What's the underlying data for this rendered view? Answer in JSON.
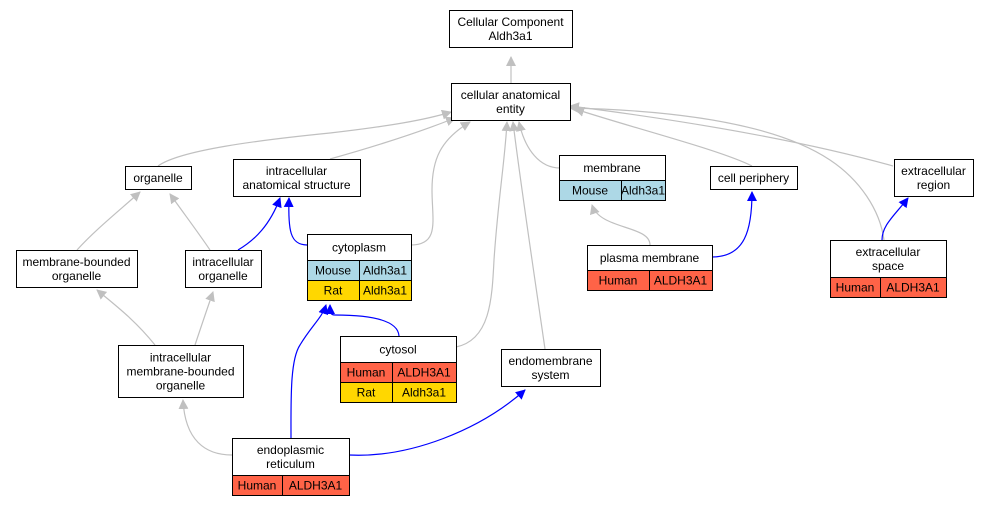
{
  "colors": {
    "isa_edge": "#c0c0c0",
    "part_of_edge": "#0000ff",
    "Mouse": "#add8e6",
    "Rat": "#ffd700",
    "Human": "#ff6347"
  },
  "nodes": {
    "root": {
      "lines": [
        "Cellular Component",
        "Aldh3a1"
      ]
    },
    "cae": {
      "lines": [
        "cellular anatomical",
        "entity"
      ]
    },
    "organelle": {
      "lines": [
        "organelle"
      ]
    },
    "ias": {
      "lines": [
        "intracellular",
        "anatomical structure"
      ]
    },
    "membrane": {
      "lines": [
        "membrane"
      ],
      "rows": [
        {
          "species": "Mouse",
          "gene": "Aldh3a1"
        }
      ]
    },
    "periphery": {
      "lines": [
        "cell periphery"
      ]
    },
    "ecregion": {
      "lines": [
        "extracellular",
        "region"
      ]
    },
    "mbo": {
      "lines": [
        "membrane-bounded",
        "organelle"
      ]
    },
    "io": {
      "lines": [
        "intracellular",
        "organelle"
      ]
    },
    "cytoplasm": {
      "lines": [
        "cytoplasm"
      ],
      "rows": [
        {
          "species": "Mouse",
          "gene": "Aldh3a1"
        },
        {
          "species": "Rat",
          "gene": "Aldh3a1"
        }
      ]
    },
    "pm": {
      "lines": [
        "plasma membrane"
      ],
      "rows": [
        {
          "species": "Human",
          "gene": "ALDH3A1"
        }
      ]
    },
    "ecspace": {
      "lines": [
        "extracellular",
        "space"
      ],
      "rows": [
        {
          "species": "Human",
          "gene": "ALDH3A1"
        }
      ]
    },
    "imbo": {
      "lines": [
        "intracellular",
        "membrane-bounded",
        "organelle"
      ]
    },
    "cytosol": {
      "lines": [
        "cytosol"
      ],
      "rows": [
        {
          "species": "Human",
          "gene": "ALDH3A1"
        },
        {
          "species": "Rat",
          "gene": "Aldh3a1"
        }
      ]
    },
    "endomembrane": {
      "lines": [
        "endomembrane",
        "system"
      ]
    },
    "er": {
      "lines": [
        "endoplasmic",
        "reticulum"
      ],
      "rows": [
        {
          "species": "Human",
          "gene": "ALDH3A1"
        }
      ]
    }
  },
  "edges": [
    {
      "from": "cae",
      "to": "root",
      "type": "is_a"
    },
    {
      "from": "organelle",
      "to": "cae",
      "type": "is_a"
    },
    {
      "from": "ias",
      "to": "cae",
      "type": "is_a"
    },
    {
      "from": "membrane",
      "to": "cae",
      "type": "is_a"
    },
    {
      "from": "periphery",
      "to": "cae",
      "type": "is_a"
    },
    {
      "from": "ecregion",
      "to": "cae",
      "type": "is_a"
    },
    {
      "from": "cytoplasm",
      "to": "cae",
      "type": "is_a"
    },
    {
      "from": "cytosol",
      "to": "cae",
      "type": "is_a"
    },
    {
      "from": "endomembrane",
      "to": "cae",
      "type": "is_a"
    },
    {
      "from": "ecspace",
      "to": "cae",
      "type": "is_a"
    },
    {
      "from": "mbo",
      "to": "organelle",
      "type": "is_a"
    },
    {
      "from": "io",
      "to": "organelle",
      "type": "is_a"
    },
    {
      "from": "io",
      "to": "ias",
      "type": "part_of"
    },
    {
      "from": "cytoplasm",
      "to": "ias",
      "type": "part_of"
    },
    {
      "from": "pm",
      "to": "membrane",
      "type": "is_a"
    },
    {
      "from": "pm",
      "to": "periphery",
      "type": "part_of"
    },
    {
      "from": "ecspace",
      "to": "ecregion",
      "type": "part_of"
    },
    {
      "from": "imbo",
      "to": "mbo",
      "type": "is_a"
    },
    {
      "from": "imbo",
      "to": "io",
      "type": "is_a"
    },
    {
      "from": "cytosol",
      "to": "cytoplasm",
      "type": "part_of"
    },
    {
      "from": "er",
      "to": "imbo",
      "type": "is_a"
    },
    {
      "from": "er",
      "to": "cytoplasm",
      "type": "part_of"
    },
    {
      "from": "er",
      "to": "endomembrane",
      "type": "part_of"
    }
  ]
}
